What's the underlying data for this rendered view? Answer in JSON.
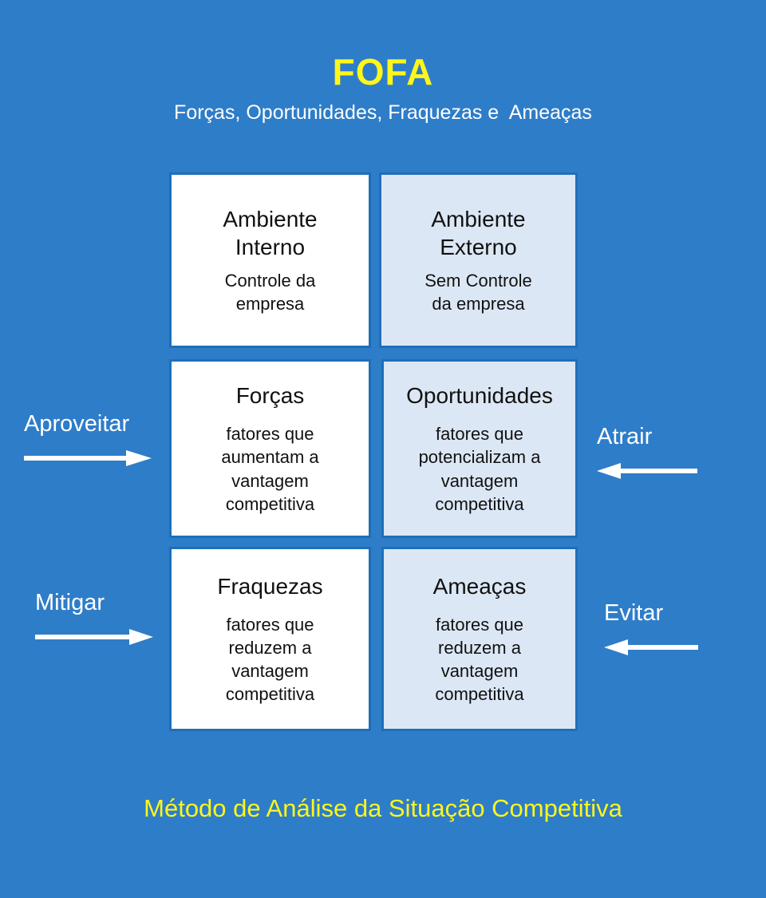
{
  "palette": {
    "background": "#2E7DC8",
    "box_border": "#1F6FB8",
    "box_white": "#FFFFFF",
    "box_light_blue": "#DCE7F5",
    "title_yellow": "#FFF61A",
    "text_white": "#FFFFFF",
    "text_dark": "#111111"
  },
  "header": {
    "title": "FOFA",
    "subtitle": "Forças, Oportunidades, Fraquezas e  Ameaças"
  },
  "matrix": {
    "columns": [
      {
        "key": "internal",
        "heading": "Ambiente\nInterno",
        "body": "Controle da\nempresa"
      },
      {
        "key": "external",
        "heading": "Ambiente\nExterno",
        "body": "Sem Controle\nda empresa"
      }
    ],
    "cells": [
      {
        "key": "strengths",
        "heading": "Forças",
        "body": "fatores que\naumentam a\nvantagem\ncompetitiva"
      },
      {
        "key": "opportunities",
        "heading": "Oportunidades",
        "body": "fatores que\npotencializam a\nvantagem\ncompetitiva"
      },
      {
        "key": "weaknesses",
        "heading": "Fraquezas",
        "body": "fatores que\nreduzem a\nvantagem\ncompetitiva"
      },
      {
        "key": "threats",
        "heading": "Ameaças",
        "body": "fatores que\nreduzem a\nvantagem\ncompetitiva"
      }
    ]
  },
  "annotations": {
    "left": [
      {
        "key": "aproveitar",
        "label": "Aproveitar",
        "icon": "arrow-right-icon",
        "direction": "right"
      },
      {
        "key": "mitigar",
        "label": "Mitigar",
        "icon": "arrow-right-icon",
        "direction": "right"
      }
    ],
    "right": [
      {
        "key": "atrair",
        "label": "Atrair",
        "icon": "arrow-left-icon",
        "direction": "left"
      },
      {
        "key": "evitar",
        "label": "Evitar",
        "icon": "arrow-left-icon",
        "direction": "left"
      }
    ]
  },
  "footer": {
    "caption": "Método de Análise da Situação Competitiva"
  }
}
